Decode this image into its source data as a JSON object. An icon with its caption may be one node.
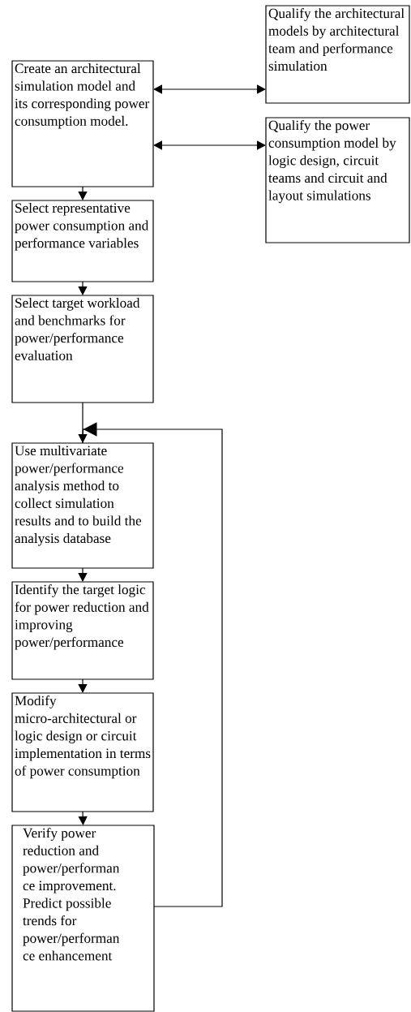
{
  "diagram": {
    "nodes": [
      {
        "text": [
          "Create an architectural simulation model and its corresponding power consumption model."
        ]
      },
      {
        "text": [
          "Qualify the architectural models by architectural team and performance simulation"
        ]
      },
      {
        "text": [
          "Qualify the power consumption model by logic design, circuit teams and circuit and layout simulations"
        ]
      },
      {
        "text": [
          "Select representative power consumption and performance variables"
        ]
      },
      {
        "text": [
          "Select target workload and benchmarks for power/performance evaluation"
        ]
      },
      {
        "text": [
          "Use multivariate power/performance analysis method to collect simulation results and to build the analysis database"
        ]
      },
      {
        "text": [
          "Identify the target logic for power reduction and improving power/performance"
        ]
      },
      {
        "text": [
          "Modify micro-architectural or logic design or circuit implementation in terms of power consumption"
        ]
      },
      {
        "text": [
          "Verify power reduction and power/performan ce improvement. Predict possible trends for power/performan ce enhancement"
        ]
      }
    ],
    "edges": [
      {
        "from": 0,
        "to": 1,
        "arrow": "both"
      },
      {
        "from": 0,
        "to": 2,
        "arrow": "both"
      },
      {
        "from": 0,
        "to": 3,
        "arrow": "to"
      },
      {
        "from": 3,
        "to": 4,
        "arrow": "to"
      },
      {
        "from": 4,
        "to": 5,
        "arrow": "to"
      },
      {
        "from": 5,
        "to": 6,
        "arrow": "to"
      },
      {
        "from": 6,
        "to": 7,
        "arrow": "to"
      },
      {
        "from": 7,
        "to": 8,
        "arrow": "to"
      },
      {
        "from": 8,
        "to": 5,
        "arrow": "to"
      }
    ]
  }
}
